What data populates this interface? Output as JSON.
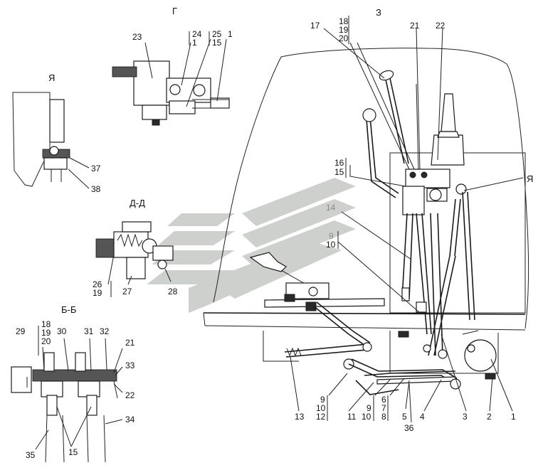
{
  "views": {
    "g": "Г",
    "z": "З",
    "ya": "Я",
    "dd": "Д-Д",
    "bb": "Б-Б"
  },
  "callouts": {
    "g": [
      "23",
      "24",
      "1",
      "25",
      "15",
      "1"
    ],
    "ya": [
      "37",
      "38"
    ],
    "dd": [
      "26",
      "19",
      "27",
      "28"
    ],
    "bb": [
      "18",
      "19",
      "20",
      "29",
      "30",
      "31",
      "32",
      "21",
      "33",
      "22",
      "15",
      "34",
      "35"
    ],
    "main_top": [
      "17",
      "18",
      "19",
      "20",
      "21",
      "22"
    ],
    "main_left": [
      "16",
      "15",
      "14",
      "9",
      "10"
    ],
    "main_right_ya": "Я",
    "main_bottom": [
      "13",
      "9",
      "10",
      "12",
      "11",
      "9",
      "10",
      "6",
      "7",
      "8",
      "36",
      "5",
      "4",
      "3",
      "2",
      "1"
    ]
  },
  "watermark_color": "#c8ccc8"
}
